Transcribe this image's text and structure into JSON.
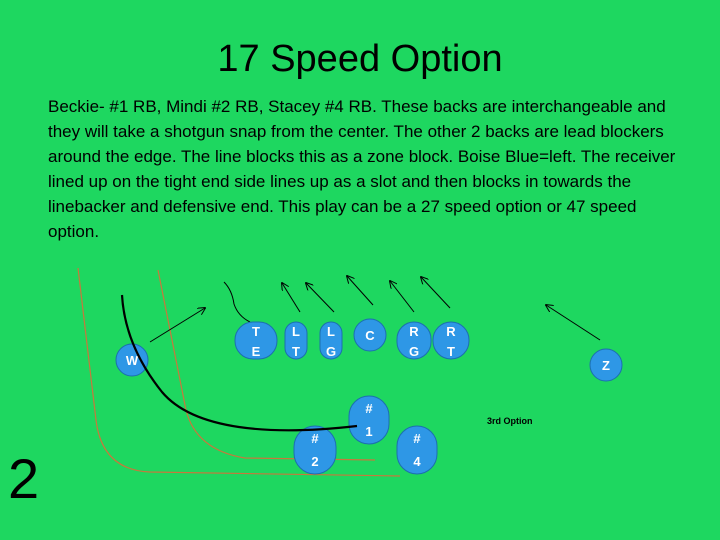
{
  "slide": {
    "title": "17 Speed Option",
    "body": "Beckie- #1 RB, Mindi #2 RB, Stacey #4 RB.  These backs are interchangeable and they will take a shotgun snap from the center. The other 2 backs are lead blockers around the edge.  The line blocks this as a zone block.  Boise Blue=left. The receiver lined up on the tight end side lines up as a slot and then blocks in towards the linebacker and defensive end. This play can be a 27 speed option or 47 speed option.",
    "option_note": "3rd Option",
    "slide_number": "2"
  },
  "diagram": {
    "colors": {
      "field": "#1ed760",
      "player_fill": "#2e97e6",
      "player_stroke": "#1c6fae",
      "route": "#000000",
      "pitch_lines": "#c8783c"
    },
    "players": {
      "te": [
        "T",
        "E"
      ],
      "lt": [
        "L",
        "T"
      ],
      "lg": [
        "L",
        "G"
      ],
      "c": [
        "C"
      ],
      "rg": [
        "R",
        "G"
      ],
      "rt": [
        "R",
        "T"
      ],
      "w": [
        "W"
      ],
      "z": [
        "Z"
      ],
      "rb1": [
        "#",
        "1"
      ],
      "rb2": [
        "#",
        "2"
      ],
      "rb4": [
        "#",
        "4"
      ]
    }
  }
}
